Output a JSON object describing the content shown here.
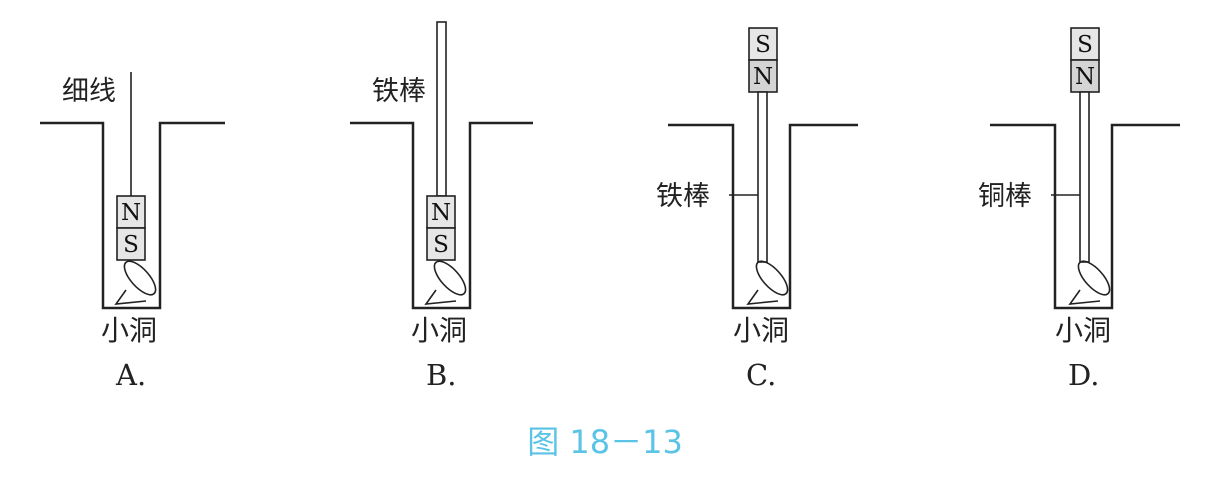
{
  "panels": [
    {
      "option": "A.",
      "rod_label": "细线",
      "hole_label": "小洞",
      "upper_pole": "N",
      "lower_pole": "S"
    },
    {
      "option": "B.",
      "rod_label": "铁棒",
      "hole_label": "小洞",
      "upper_pole": "N",
      "lower_pole": "S"
    },
    {
      "option": "C.",
      "rod_label": "铁棒",
      "hole_label": "小洞",
      "upper_pole": "S",
      "lower_pole": "N"
    },
    {
      "option": "D.",
      "rod_label": "铜棒",
      "hole_label": "小洞",
      "upper_pole": "S",
      "lower_pole": "N"
    }
  ],
  "figure_caption": "图 18－13",
  "colors": {
    "line": "#222222",
    "magnet_fill": "#e6e6e6",
    "caption": "#5bc3e6"
  }
}
